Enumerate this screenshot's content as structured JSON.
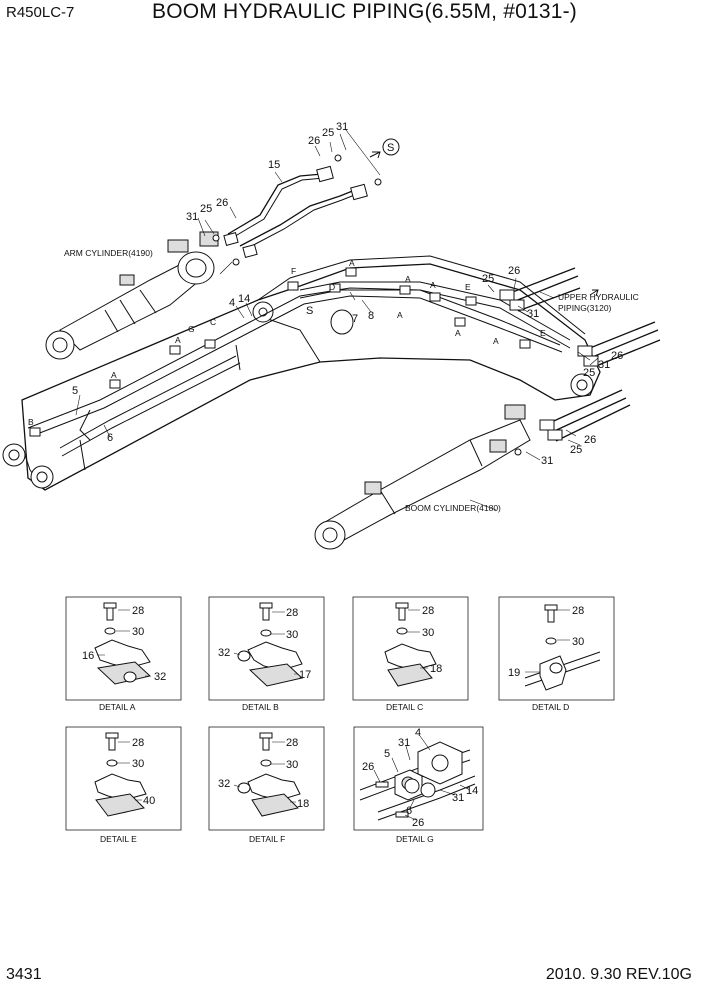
{
  "header": {
    "model": "R450LC-7",
    "title": "BOOM HYDRAULIC PIPING(6.55M, #0131-)"
  },
  "footer": {
    "page": "3431",
    "revision": "2010. 9.30  REV.10G"
  },
  "main": {
    "labels": {
      "arm_cylinder": "ARM CYLINDER(4190)",
      "upper_piping_1": "UPPER HYDRAULIC",
      "upper_piping_2": "PIPING(3120)",
      "boom_cylinder": "BOOM CYLINDER(4180)",
      "view_s": "S"
    },
    "callouts": {
      "c15": "15",
      "c26a": "26",
      "c25a": "25",
      "c31a": "31",
      "c31b": "31",
      "c25b": "25",
      "c26b": "26",
      "c4": "4",
      "c14": "14",
      "c7": "7",
      "c8": "8",
      "c5": "5",
      "c6": "6",
      "c25c": "25",
      "c26c": "26",
      "c31c": "31",
      "c31d": "31",
      "c26d": "26",
      "c25d": "25",
      "c26e": "26",
      "c25e": "25",
      "c31e": "31",
      "lA1": "A",
      "lA2": "A",
      "lA3": "A",
      "lA4": "A",
      "lA5": "A",
      "lA6": "A",
      "lA7": "A",
      "lB": "B",
      "lC": "C",
      "lD": "D",
      "lE1": "E",
      "lE2": "E",
      "lF": "F",
      "lG": "G"
    },
    "details": [
      {
        "caption": "DETAIL  A",
        "parts": [
          "28",
          "30",
          "16",
          "32"
        ]
      },
      {
        "caption": "DETAIL  B",
        "parts": [
          "28",
          "30",
          "32",
          "17"
        ]
      },
      {
        "caption": "DETAIL  C",
        "parts": [
          "28",
          "30",
          "18"
        ]
      },
      {
        "caption": "DETAIL  D",
        "parts": [
          "28",
          "30",
          "19"
        ]
      },
      {
        "caption": "DETAIL  E",
        "parts": [
          "28",
          "30",
          "40"
        ]
      },
      {
        "caption": "DETAIL  F",
        "parts": [
          "28",
          "30",
          "32",
          "18"
        ]
      },
      {
        "caption": "DETAIL  G",
        "parts": [
          "4",
          "31",
          "5",
          "26",
          "6",
          "31",
          "14",
          "26"
        ]
      }
    ]
  }
}
